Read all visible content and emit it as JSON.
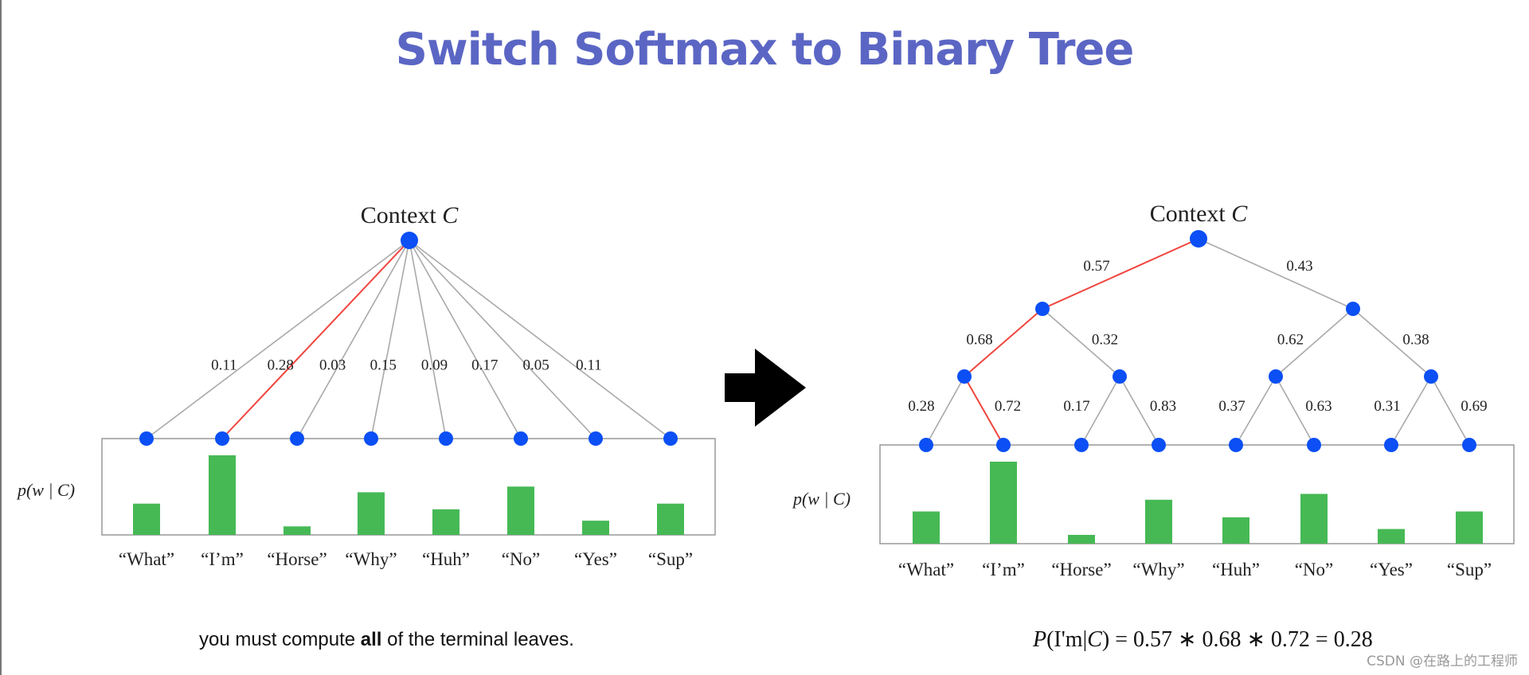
{
  "title": "Switch Softmax to Binary Tree",
  "colors": {
    "title": "#5b66c4",
    "node": "#0b4ff5",
    "highlight_edge": "#f0453e",
    "edge": "#a9a9a9",
    "bar": "#46b955"
  },
  "left_diagram": {
    "root_label_text": "Context",
    "root_label_var": "C",
    "axis_label": "p(w | C)",
    "edge_probabilities": [
      "0.11",
      "0.28",
      "0.03",
      "0.15",
      "0.09",
      "0.17",
      "0.05",
      "0.11"
    ],
    "highlighted_leaf_index": 1,
    "caption_pre": "you must compute ",
    "caption_bold": "all",
    "caption_post": " of the terminal leaves."
  },
  "right_diagram": {
    "root_label_text": "Context",
    "root_label_var": "C",
    "axis_label": "p(w | C)",
    "level1_probabilities": [
      "0.57",
      "0.43"
    ],
    "level2_probabilities": [
      "0.68",
      "0.32",
      "0.62",
      "0.38"
    ],
    "level3_probabilities": [
      "0.28",
      "0.72",
      "0.17",
      "0.83",
      "0.37",
      "0.63",
      "0.31",
      "0.69"
    ],
    "formula": {
      "lhs_p": "P",
      "lhs_arg": "(I'm|",
      "lhs_c": "C",
      "rhs": ") = 0.57 ∗ 0.68 ∗ 0.72 = 0.28"
    }
  },
  "chart_data": {
    "type": "bar",
    "categories": [
      "“What”",
      "“I’m”",
      "“Horse”",
      "“Why”",
      "“Huh”",
      "“No”",
      "“Yes”",
      "“Sup”"
    ],
    "values": [
      0.11,
      0.28,
      0.03,
      0.15,
      0.09,
      0.17,
      0.05,
      0.11
    ],
    "ylabel": "p(w | C)"
  },
  "arrow_icon": "right-arrow-icon",
  "watermark": "CSDN @在路上的工程师"
}
